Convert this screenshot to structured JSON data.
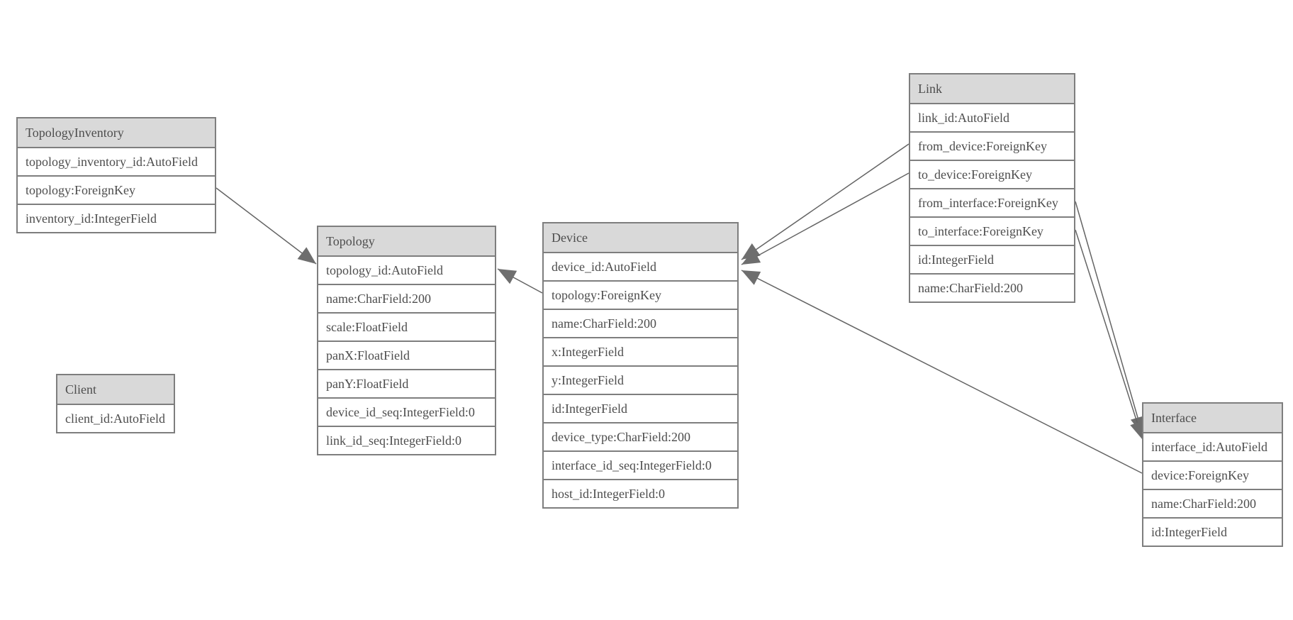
{
  "diagram": {
    "type": "entity-relationship-model-diagram",
    "colors": {
      "background": "#ffffff",
      "header_fill": "#d9d9d9",
      "border": "#7e7e7e",
      "text": "#4d4d4d",
      "edge": "#646464",
      "arrowhead": "#6e6e6e"
    },
    "entities": [
      {
        "name": "TopologyInventory",
        "fields": [
          "topology_inventory_id:AutoField",
          "topology:ForeignKey",
          "inventory_id:IntegerField"
        ]
      },
      {
        "name": "Topology",
        "fields": [
          "topology_id:AutoField",
          "name:CharField:200",
          "scale:FloatField",
          "panX:FloatField",
          "panY:FloatField",
          "device_id_seq:IntegerField:0",
          "link_id_seq:IntegerField:0"
        ]
      },
      {
        "name": "Client",
        "fields": [
          "client_id:AutoField"
        ]
      },
      {
        "name": "Device",
        "fields": [
          "device_id:AutoField",
          "topology:ForeignKey",
          "name:CharField:200",
          "x:IntegerField",
          "y:IntegerField",
          "id:IntegerField",
          "device_type:CharField:200",
          "interface_id_seq:IntegerField:0",
          "host_id:IntegerField:0"
        ]
      },
      {
        "name": "Link",
        "fields": [
          "link_id:AutoField",
          "from_device:ForeignKey",
          "to_device:ForeignKey",
          "from_interface:ForeignKey",
          "to_interface:ForeignKey",
          "id:IntegerField",
          "name:CharField:200"
        ]
      },
      {
        "name": "Interface",
        "fields": [
          "interface_id:AutoField",
          "device:ForeignKey",
          "name:CharField:200",
          "id:IntegerField"
        ]
      }
    ],
    "relationships": [
      {
        "from_entity": "TopologyInventory",
        "from_field": "topology",
        "to_entity": "Topology",
        "to_field": "topology_id"
      },
      {
        "from_entity": "Device",
        "from_field": "topology",
        "to_entity": "Topology",
        "to_field": "topology_id"
      },
      {
        "from_entity": "Link",
        "from_field": "from_device",
        "to_entity": "Device",
        "to_field": "device_id"
      },
      {
        "from_entity": "Link",
        "from_field": "to_device",
        "to_entity": "Device",
        "to_field": "device_id"
      },
      {
        "from_entity": "Interface",
        "from_field": "device",
        "to_entity": "Device",
        "to_field": "device_id"
      },
      {
        "from_entity": "Link",
        "from_field": "from_interface",
        "to_entity": "Interface",
        "to_field": "interface_id"
      },
      {
        "from_entity": "Link",
        "from_field": "to_interface",
        "to_entity": "Interface",
        "to_field": "interface_id"
      }
    ]
  }
}
